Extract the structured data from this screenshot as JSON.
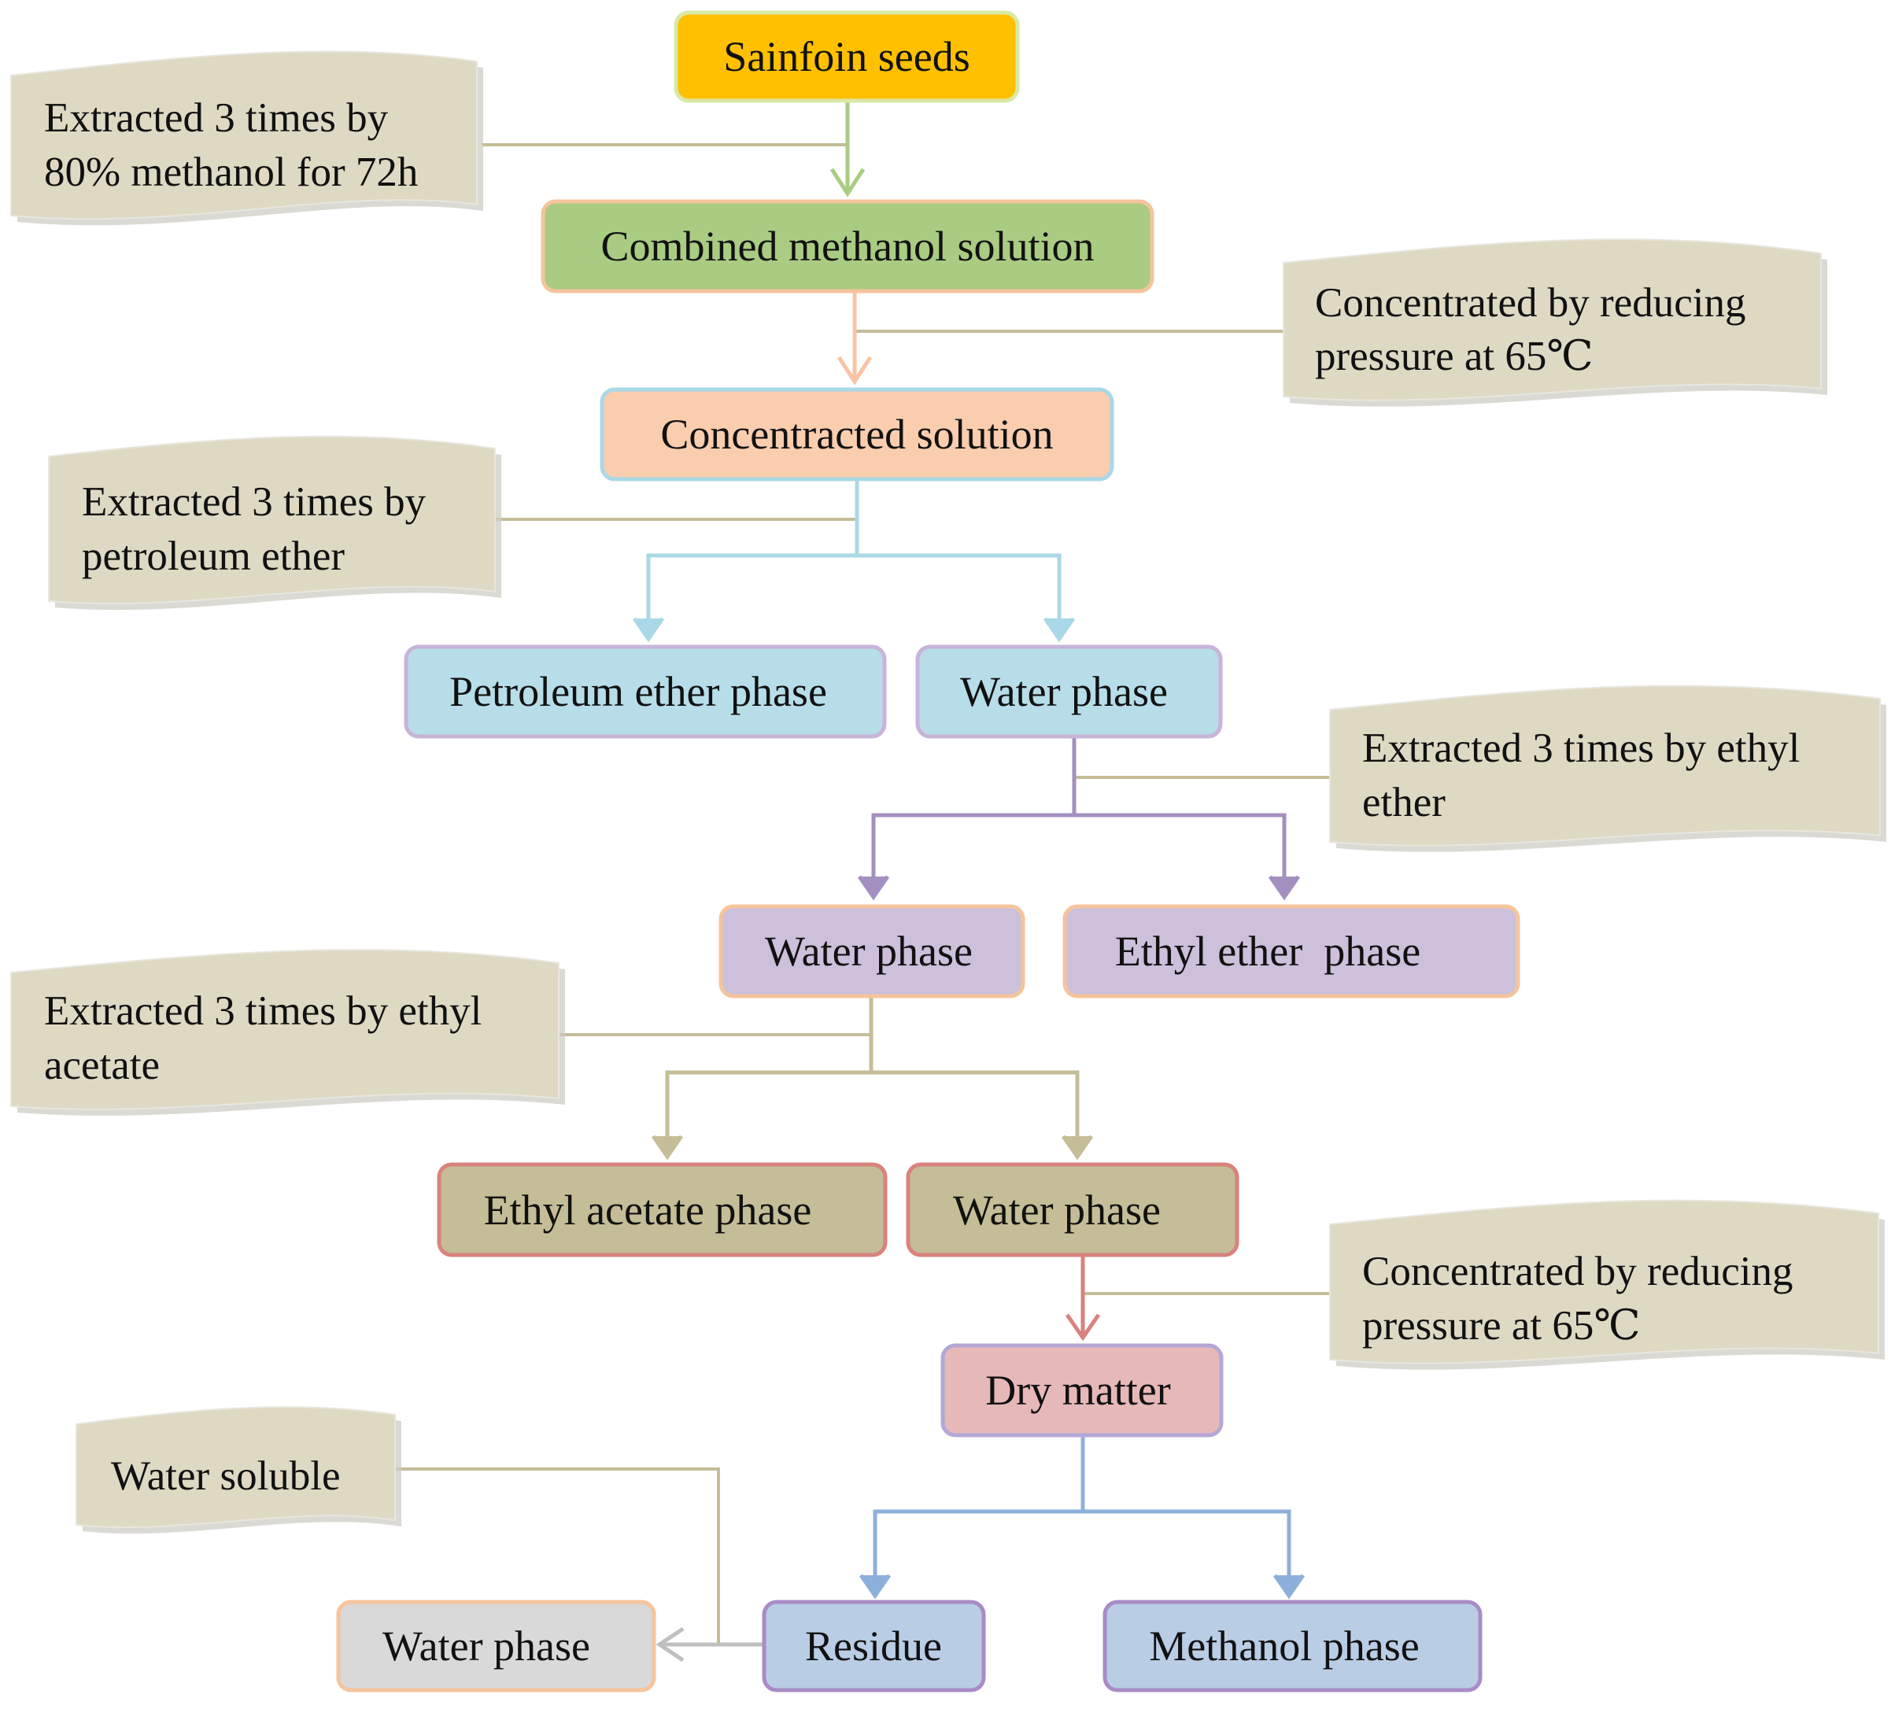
{
  "colors": {
    "seeds_fill": "#FFC000",
    "seeds_stroke": "#D9E8A7",
    "methanol_fill": "#A9CC82",
    "methanol_stroke": "#F5C49C",
    "concentrated_fill": "#F9CDAE",
    "concentrated_stroke": "#A9D8E6",
    "blue_fill": "#B7DDE8",
    "blue_stroke": "#C8B4D8",
    "purple_fill": "#CCC0DA",
    "purple_stroke": "#F5C49C",
    "khaki_fill": "#C4BD97",
    "khaki_stroke": "#D9827E",
    "pink_fill": "#E6B9B8",
    "pink_stroke": "#B4A7D6",
    "slate_fill": "#B9CDE5",
    "slate_stroke": "#A98BC6",
    "gray_fill": "#D9D9D9",
    "gray_stroke": "#F5C49C",
    "note_fill": "#DDD9C3",
    "note_shadow": "#CFCCC4",
    "arrow_green": "#A9CC82",
    "arrow_peach": "#F9C4A4",
    "arrow_blue": "#A9D8E6",
    "arrow_purple": "#A390C0",
    "arrow_khaki": "#C4BD97",
    "arrow_red": "#D9827E",
    "arrow_slate": "#8DB0DA",
    "arrow_gray": "#BFBFBF",
    "connector": "#C4BD97"
  },
  "boxes": {
    "sainfoin_seeds": "Sainfoin seeds",
    "combined_methanol": "Combined methanol solution",
    "concentrated_solution": "Concentracted solution",
    "petroleum_ether_phase": "Petroleum ether phase",
    "water_phase_1": "Water phase",
    "water_phase_2": "Water phase",
    "ethyl_ether_phase": "Ethyl ether  phase",
    "ethyl_acetate_phase": "Ethyl acetate phase",
    "water_phase_3": "Water phase",
    "dry_matter": "Dry matter",
    "water_phase_4": "Water phase",
    "residue": "Residue",
    "methanol_phase": "Methanol phase"
  },
  "notes": {
    "methanol_extraction": [
      "Extracted 3 times by",
      "80% methanol for 72h"
    ],
    "concentrate_1": [
      "Concentrated by reducing",
      "pressure at 65℃"
    ],
    "petroleum_extraction": [
      "Extracted 3 times by",
      "petroleum ether"
    ],
    "ethyl_ether_extraction": [
      "Extracted 3 times by ethyl",
      "ether"
    ],
    "ethyl_acetate_extraction": [
      "Extracted 3 times by ethyl",
      "acetate"
    ],
    "concentrate_2": [
      "Concentrated by reducing",
      "pressure at 65℃"
    ],
    "water_soluble": [
      "Water soluble"
    ]
  }
}
